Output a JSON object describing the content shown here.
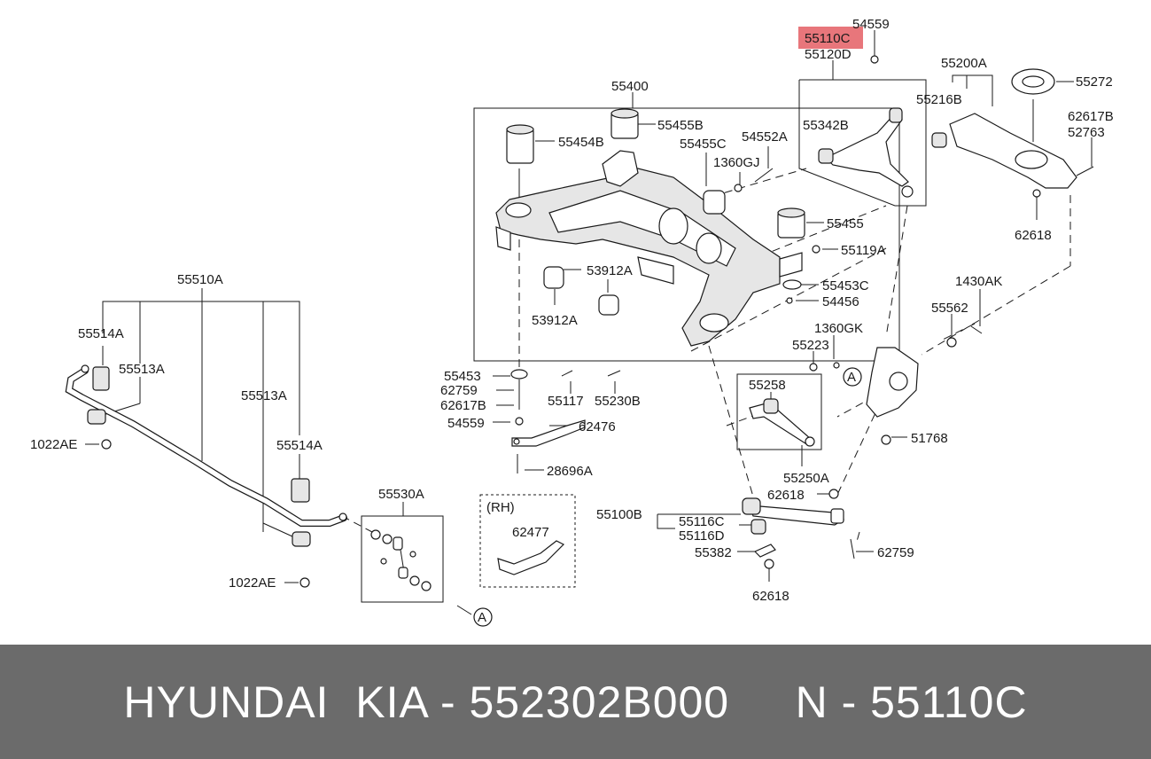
{
  "diagram": {
    "highlight_color": "#e8767b",
    "footer_color": "#6b6b6b",
    "labels": {
      "p55110C": "55110C",
      "p54559_top": "54559",
      "p55120D": "55120D",
      "p55200A": "55200A",
      "p55272": "55272",
      "p55400": "55400",
      "p55455B": "55455B",
      "p55454B": "55454B",
      "p55342B": "55342B",
      "p55216B": "55216B",
      "p62617B_r": "62617B",
      "p52763": "52763",
      "p55455C": "55455C",
      "p54552A": "54552A",
      "p1360GJ": "1360GJ",
      "p62618_r": "62618",
      "p55455": "55455",
      "p55119A": "55119A",
      "p53912A_1": "53912A",
      "p55453C": "55453C",
      "p54456": "54456",
      "p53912A_2": "53912A",
      "p55510A": "55510A",
      "p55514A_1": "55514A",
      "p55513A_1": "55513A",
      "p1022AE_1": "1022AE",
      "p55513A_2": "55513A",
      "p55514A_2": "55514A",
      "p1022AE_2": "1022AE",
      "p1430AK": "1430AK",
      "p55562": "55562",
      "p1360GK": "1360GK",
      "p55223": "55223",
      "p55453": "55453",
      "p62759_1": "62759",
      "p62617B_l": "62617B",
      "p54559_b": "54559",
      "p55117": "55117",
      "p55230B": "55230B",
      "p62476": "62476",
      "p28696A": "28696A",
      "p55258": "55258",
      "pA_1": "A",
      "p51768": "51768",
      "p55250A": "55250A",
      "p55530A": "55530A",
      "pRH": "(RH)",
      "p62477": "62477",
      "p62618_b1": "62618",
      "p55100B": "55100B",
      "p55116C": "55116C",
      "p55116D": "55116D",
      "p55382": "55382",
      "p62759_2": "62759",
      "p62618_b2": "62618",
      "pA_2": "A"
    }
  },
  "footer": {
    "text": "HYUNDAI  KIA - 552302B000     N - 55110C"
  }
}
